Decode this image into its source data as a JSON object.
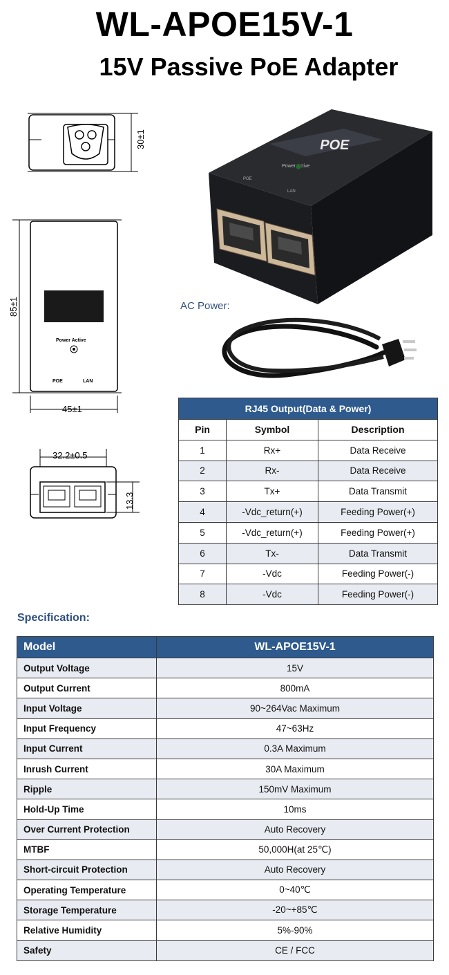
{
  "header": {
    "title": "WL-APOE15V-1",
    "subtitle": "15V Passive PoE Adapter"
  },
  "drawings": {
    "side_dim": "30±1",
    "height_dim": "85±1",
    "width_dim": "45±1",
    "port_width_dim": "32.2±0.5",
    "port_height_dim": "13.3",
    "front_label_status": "Power  Active",
    "front_label_poe": "POE",
    "front_label_lan": "LAN"
  },
  "product_photo": {
    "badge": "POE",
    "status_text": "Power  Active",
    "port_poe": "POE",
    "port_lan": "LAN"
  },
  "ac_power_label": "AC Power:",
  "rj45_table": {
    "title": "RJ45 Output(Data & Power)",
    "columns": [
      "Pin",
      "Symbol",
      "Description"
    ],
    "rows": [
      [
        "1",
        "Rx+",
        "Data Receive"
      ],
      [
        "2",
        "Rx-",
        "Data Receive"
      ],
      [
        "3",
        "Tx+",
        "Data Transmit"
      ],
      [
        "4",
        "-Vdc_return(+)",
        "Feeding Power(+)"
      ],
      [
        "5",
        "-Vdc_return(+)",
        "Feeding Power(+)"
      ],
      [
        "6",
        "Tx-",
        "Data Transmit"
      ],
      [
        "7",
        "-Vdc",
        "Feeding Power(-)"
      ],
      [
        "8",
        "-Vdc",
        "Feeding Power(-)"
      ]
    ]
  },
  "specification": {
    "label": "Specification:",
    "header": [
      "Model",
      "WL-APOE15V-1"
    ],
    "rows": [
      [
        "Output Voltage",
        "15V"
      ],
      [
        "Output Current",
        "800mA"
      ],
      [
        "Input Voltage",
        "90~264Vac Maximum"
      ],
      [
        "Input Frequency",
        "47~63Hz"
      ],
      [
        "Input Current",
        "0.3A Maximum"
      ],
      [
        "Inrush Current",
        "30A Maximum"
      ],
      [
        "Ripple",
        "150mV Maximum"
      ],
      [
        "Hold-Up Time",
        "10ms"
      ],
      [
        "Over Current Protection",
        "Auto Recovery"
      ],
      [
        "MTBF",
        "50,000H(at 25℃)"
      ],
      [
        "Short-circuit Protection",
        "Auto Recovery"
      ],
      [
        "Operating Temperature",
        "0~40℃"
      ],
      [
        "Storage Temperature",
        "-20~+85℃"
      ],
      [
        "Relative Humidity",
        "5%-90%"
      ],
      [
        "Safety",
        "CE / FCC"
      ]
    ]
  },
  "colors": {
    "header_blue": "#2e5a8e",
    "label_blue": "#2f4f7f",
    "row_alt": "#e8ebf1"
  }
}
